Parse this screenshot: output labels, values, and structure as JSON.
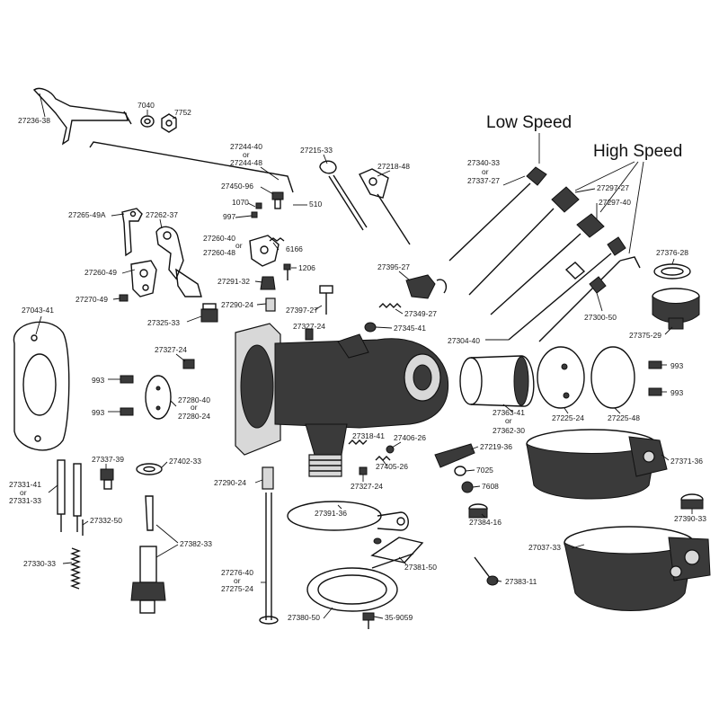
{
  "headings": {
    "low_speed": "Low Speed",
    "high_speed": "High Speed"
  },
  "labels": {
    "l27236_38": "27236-38",
    "l7040": "7040",
    "l7752": "7752",
    "l27244": "27244-40",
    "l27244_or": "or",
    "l27244_48": "27244-48",
    "l27215_33": "27215-33",
    "l27218_48": "27218-48",
    "l27340_33": "27340-33",
    "l27340_or": "or",
    "l27337_27": "27337-27",
    "l27297_27": "27297-27",
    "l27297_40": "27297-40",
    "l27450_96": "27450-96",
    "l510": "510",
    "l27265_49a": "27265-49A",
    "l27262_37": "27262-37",
    "l1070": "1070",
    "l997": "997",
    "l27260_40": "27260-40",
    "l27260_or": "or",
    "l27260_48": "27260-48",
    "l6166": "6166",
    "l1206": "1206",
    "l27376_28": "27376-28",
    "l27260_49": "27260-49",
    "l27270_49": "27270-49",
    "l27291_32": "27291-32",
    "l27395_27": "27395-27",
    "l27043_41": "27043-41",
    "l27290_24a": "27290-24",
    "l27397_27": "27397-27",
    "l27349_27": "27349-27",
    "l27300_50": "27300-50",
    "l27325_33": "27325-33",
    "l27327_24a": "27327-24",
    "l27345_41": "27345-41",
    "l27375_29": "27375-29",
    "l27304_40": "27304-40",
    "l27327_24b": "27327-24",
    "l993a": "993",
    "l993b": "993",
    "l993c": "993",
    "l993d": "993",
    "l27280_40": "27280-40",
    "l27280_or": "or",
    "l27280_24": "27280-24",
    "l27363_41": "27363-41",
    "l27363_or": "or",
    "l27362_30": "27362-30",
    "l27225_24": "27225-24",
    "l27225_48": "27225-48",
    "l27318_41": "27318-41",
    "l27406_26": "27406-26",
    "l27219_36": "27219-36",
    "l27371_36": "27371-36",
    "l27337_39": "27337-39",
    "l27402_33": "27402-33",
    "l27405_26": "27405-26",
    "l7025": "7025",
    "l27331_41": "27331-41",
    "l27331_or": "or",
    "l27331_33": "27331-33",
    "l27290_24b": "27290-24",
    "l27327_24c": "27327-24",
    "l7608": "7608",
    "l27332_50": "27332-50",
    "l27391_36": "27391-36",
    "l27384_16": "27384-16",
    "l27390_33": "27390-33",
    "l27382_33": "27382-33",
    "l27037_33": "27037-33",
    "l27330_33": "27330-33",
    "l27381_50": "27381-50",
    "l27276_40": "27276-40",
    "l27276_or": "or",
    "l27275_24": "27275-24",
    "l27383_11": "27383-11",
    "l27380_50": "27380-50",
    "l35_9059": "35-9059"
  }
}
